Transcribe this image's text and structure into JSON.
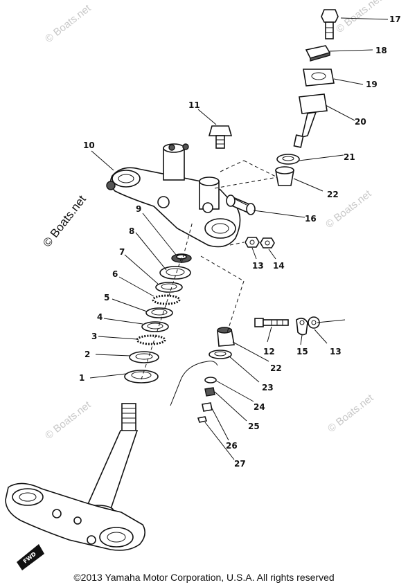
{
  "callouts": {
    "c1": "1",
    "c2": "2",
    "c3": "3",
    "c4": "4",
    "c5": "5",
    "c6": "6",
    "c7": "7",
    "c8": "8",
    "c9": "9",
    "c10": "10",
    "c11": "11",
    "c12": "12",
    "c13a": "13",
    "c13b": "13",
    "c14": "14",
    "c15": "15",
    "c16": "16",
    "c17": "17",
    "c18": "18",
    "c19": "19",
    "c20": "20",
    "c21": "21",
    "c22a": "22",
    "c22b": "22",
    "c23": "23",
    "c24": "24",
    "c25": "25",
    "c26": "26",
    "c27": "27"
  },
  "watermark": "© Boats.net",
  "fwd_label": "FWD",
  "copyright": "©2013 Yamaha Motor Corporation, U.S.A. All rights reserved"
}
